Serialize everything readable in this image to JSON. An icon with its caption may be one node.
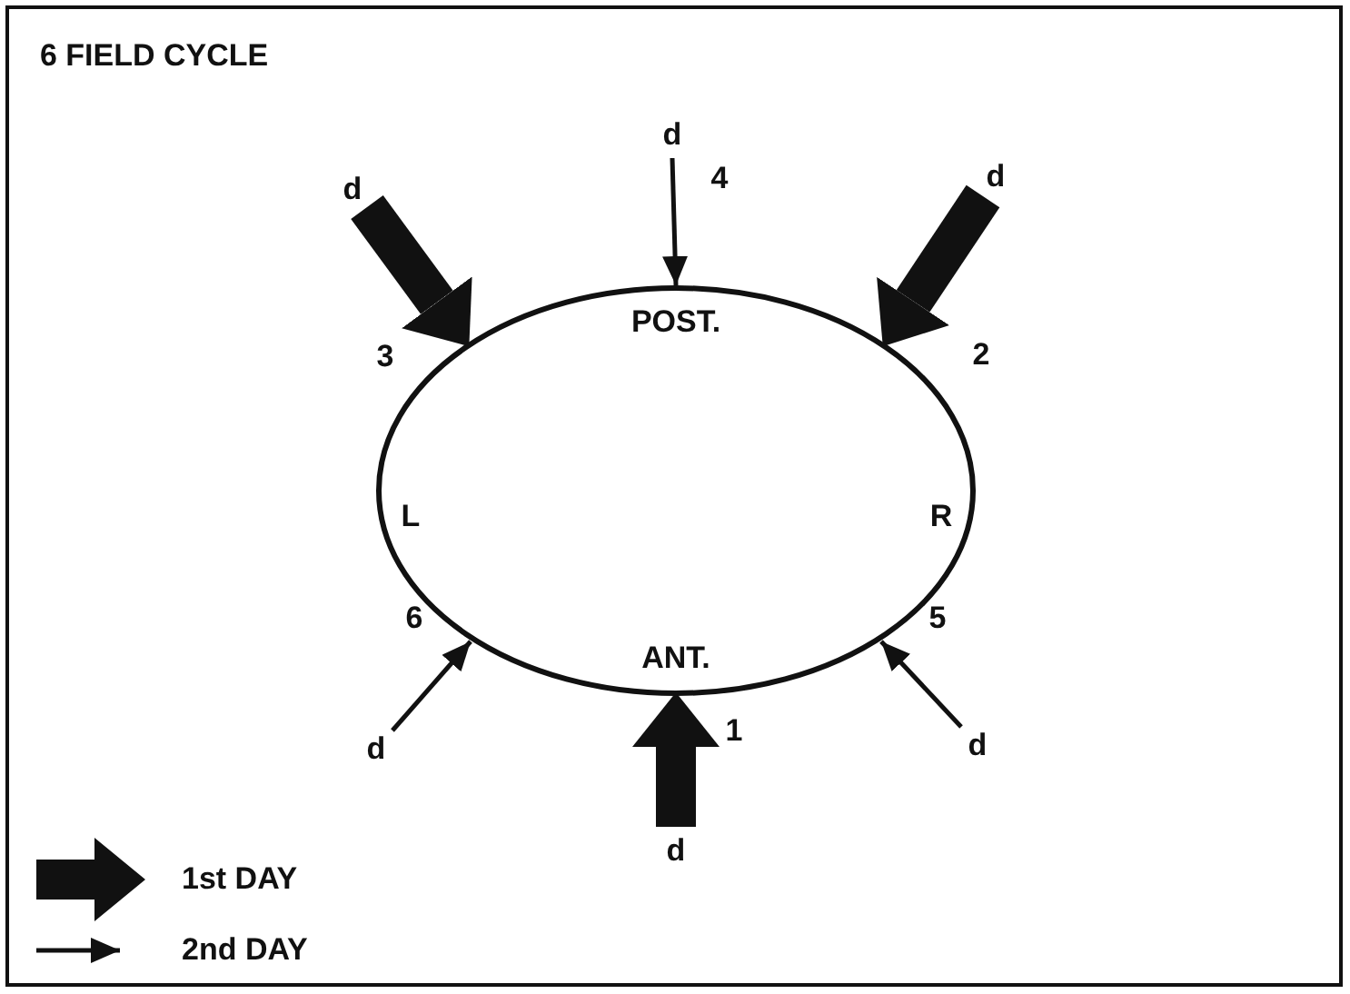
{
  "diagram": {
    "title": "6 FIELD CYCLE",
    "nodes": [
      {
        "text": [
          "POST.",
          "L",
          "R",
          "ANT."
        ]
      },
      {
        "text": [
          "d"
        ]
      },
      {
        "text": [
          "d"
        ]
      },
      {
        "text": [
          "d"
        ]
      },
      {
        "text": [
          "d"
        ]
      },
      {
        "text": [
          "d"
        ]
      },
      {
        "text": [
          "d"
        ]
      }
    ],
    "edges": [
      {
        "from": 1,
        "to": 0,
        "arrow": "to",
        "label": "4"
      },
      {
        "from": 2,
        "to": 0,
        "arrow": "to",
        "label": "3",
        "style": "thick"
      },
      {
        "from": 3,
        "to": 0,
        "arrow": "to",
        "label": "2",
        "style": "thick"
      },
      {
        "from": 4,
        "to": 0,
        "arrow": "to",
        "label": "6"
      },
      {
        "from": 5,
        "to": 0,
        "arrow": "to",
        "label": "5"
      },
      {
        "from": 6,
        "to": 0,
        "arrow": "to",
        "label": "1",
        "style": "thick"
      }
    ],
    "legend": [
      {
        "text": "1st DAY"
      },
      {
        "text": "2nd DAY"
      }
    ]
  }
}
